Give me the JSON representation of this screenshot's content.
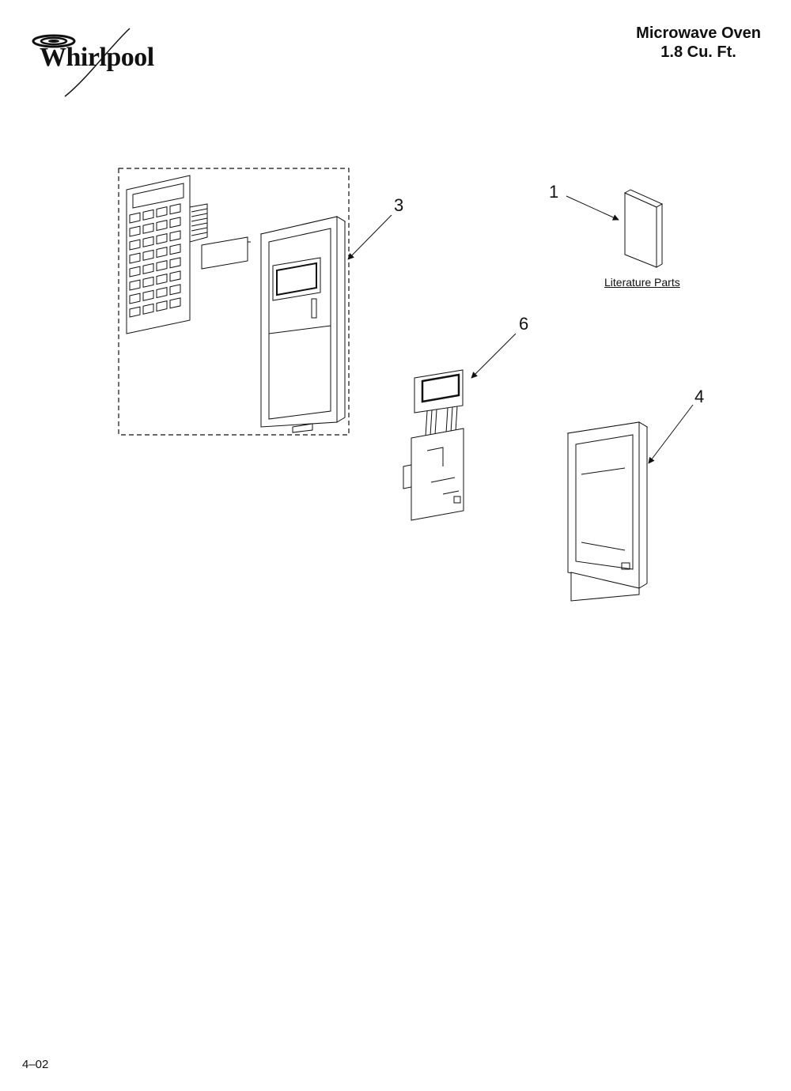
{
  "brand": {
    "name": "Whirlpool",
    "icon": "swirl-logo-icon"
  },
  "title": {
    "line1": "Microwave Oven",
    "line2": "1.8 Cu. Ft."
  },
  "callouts": {
    "one": "1",
    "three": "3",
    "four": "4",
    "six": "6"
  },
  "literature_label": "Literature Parts",
  "footer": "4–02"
}
